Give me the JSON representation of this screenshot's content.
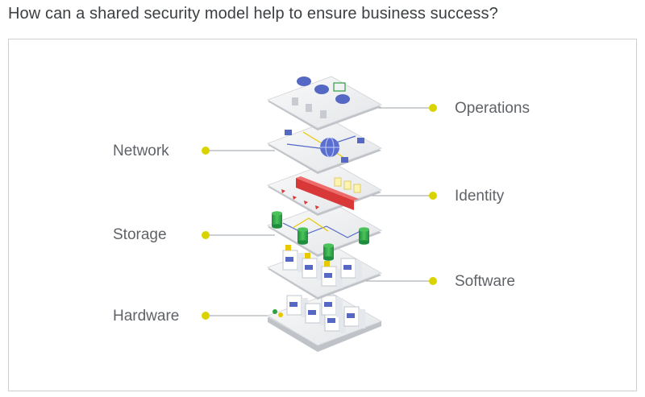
{
  "question": "How can a shared security model help to ensure business success?",
  "layers": {
    "operations": "Operations",
    "network": "Network",
    "identity": "Identity",
    "storage": "Storage",
    "software": "Software",
    "hardware": "Hardware"
  },
  "colors": {
    "text": "#3c4043",
    "label": "#5f6368",
    "dot": "#d9d400",
    "line": "#9aa0a6",
    "platform": "#f1f3f4",
    "accent_blue": "#5468c4",
    "accent_green": "#2ea043",
    "accent_red": "#d93838",
    "accent_yellow": "#e8c800"
  },
  "icons": [
    "cloud-icon",
    "globe-icon",
    "computer-icon",
    "firewall-icon",
    "database-icon",
    "server-icon"
  ]
}
